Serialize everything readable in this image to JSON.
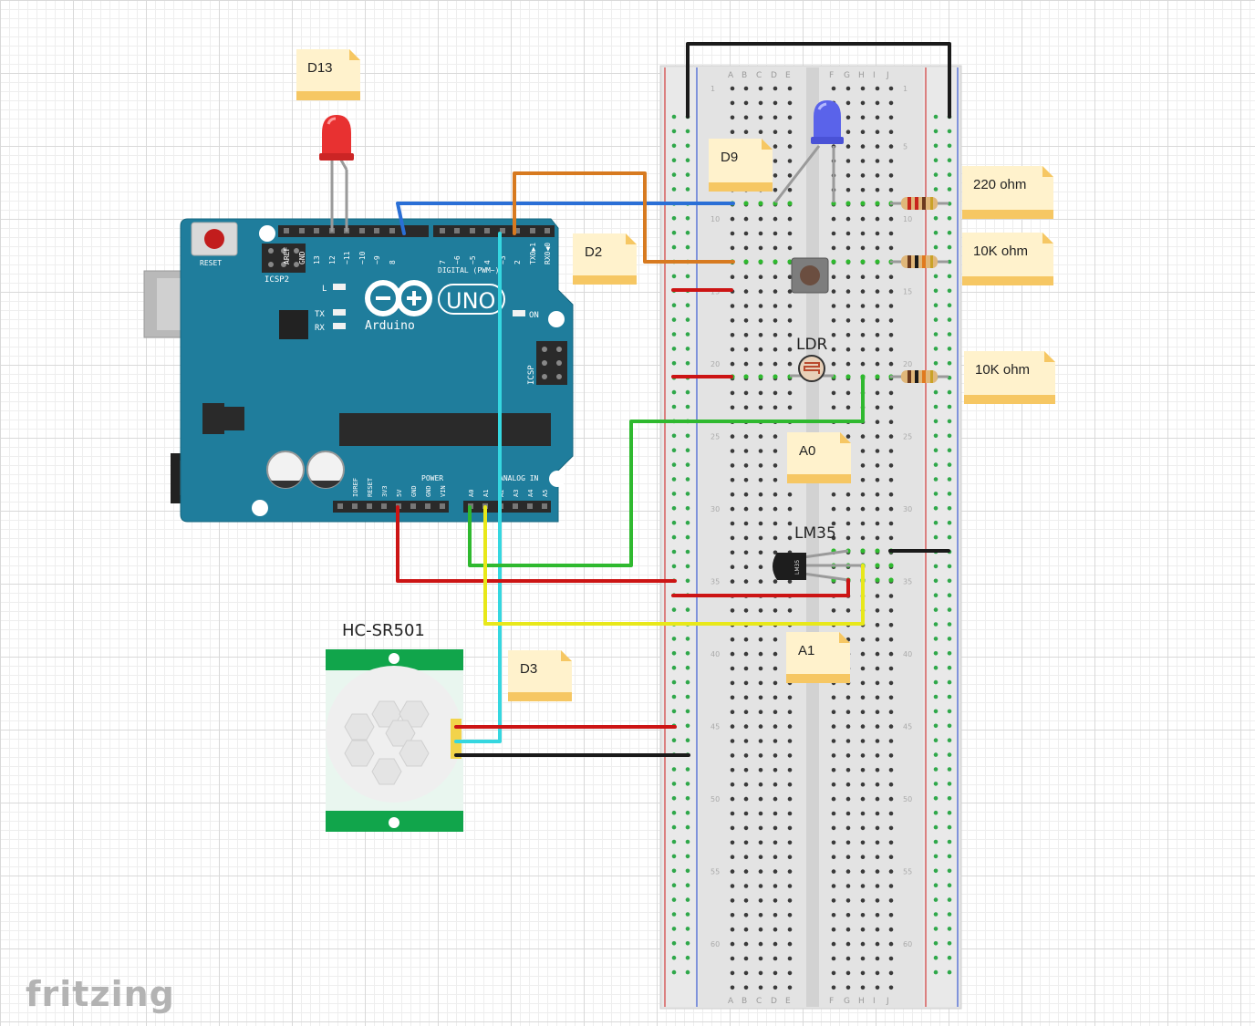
{
  "app": {
    "brand": "fritzing"
  },
  "notes": {
    "d13": "D13",
    "d9": "D9",
    "d2": "D2",
    "a0": "A0",
    "a1": "A1",
    "d3": "D3",
    "r220": "220 ohm",
    "r10k_1": "10K ohm",
    "r10k_2": "10K ohm"
  },
  "labels": {
    "ldr": "LDR",
    "lm35": "LM35",
    "pir": "HC-SR501",
    "lm35_body": "LM35"
  },
  "arduino": {
    "logo": "UNO",
    "name": "Arduino",
    "reset": "RESET",
    "icsp2": "ICSP2",
    "icsp": "ICSP",
    "digital": "DIGITAL (PWM~)",
    "power": "POWER",
    "analog": "ANALOG IN",
    "on": "ON",
    "l": "L",
    "tx": "TX",
    "rx": "RX",
    "header_top": [
      "AREF",
      "GND",
      "13",
      "12",
      "~11",
      "~10",
      "~9",
      "8",
      "7",
      "~6",
      "~5",
      "4",
      "~3",
      "2",
      "TX0▶1",
      "RX0◀0"
    ],
    "header_power": [
      "IOREF",
      "RESET",
      "3V3",
      "5V",
      "GND",
      "GND",
      "VIN"
    ],
    "header_analog": [
      "A0",
      "A1",
      "A2",
      "A3",
      "A4",
      "A5"
    ]
  },
  "breadboard": {
    "columns_left": [
      "A",
      "B",
      "C",
      "D",
      "E"
    ],
    "columns_right": [
      "F",
      "G",
      "H",
      "I",
      "J"
    ],
    "row_numbers": [
      "1",
      "5",
      "10",
      "15",
      "20",
      "25",
      "30",
      "35",
      "40",
      "45",
      "50",
      "55",
      "60"
    ]
  },
  "colors": {
    "board": "#1f7d9c",
    "wire_red": "#cc1414",
    "wire_black": "#1a1a1a",
    "wire_blue": "#2a6fd6",
    "wire_orange": "#d77a20",
    "wire_green": "#2fb92f",
    "wire_yellow": "#e8e81a",
    "wire_cyan": "#35d7e0",
    "note_fill": "#fff2cc",
    "note_band": "#f6c763"
  }
}
